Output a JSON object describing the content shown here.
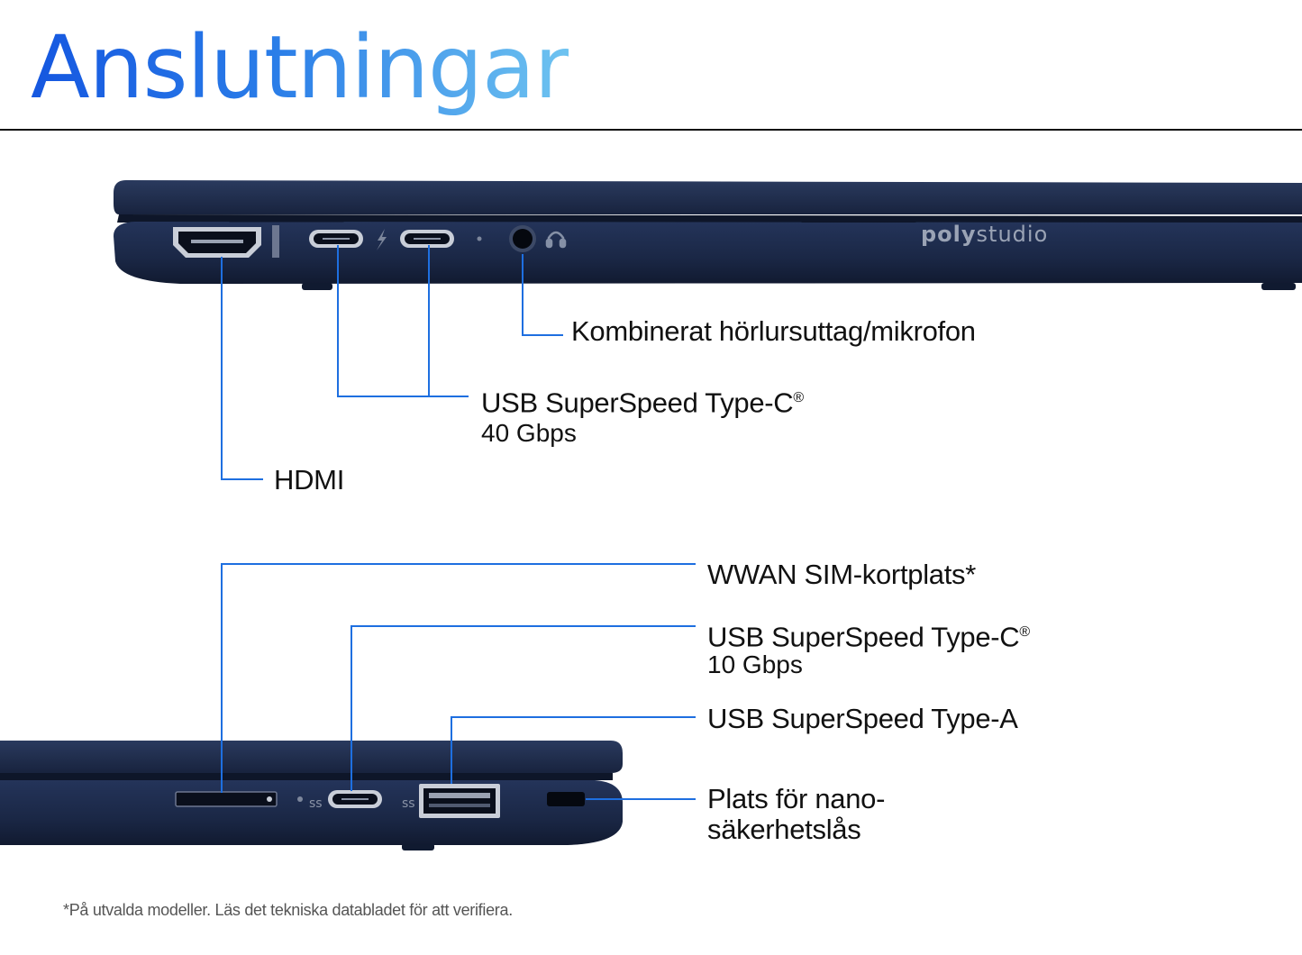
{
  "title": "Anslutningar",
  "brand": {
    "bold": "poly",
    "regular": "studio"
  },
  "top_labels": {
    "audio": "Kombinerat hörlursuttag/mikrofon",
    "usbc_main": "USB SuperSpeed Type-C",
    "usbc_sub": "40 Gbps",
    "hdmi": "HDMI"
  },
  "bottom_labels": {
    "sim": "WWAN SIM-kortplats*",
    "usbc_main": "USB SuperSpeed Type-C",
    "usbc_sub": "10 Gbps",
    "usba": "USB SuperSpeed Type-A",
    "lock_line1": "Plats för nano-",
    "lock_line2": "säkerhetslås"
  },
  "registered_mark": "®",
  "footnote": "*På utvalda modeller. Läs det tekniska databladet för att verifiera.",
  "colors": {
    "callout_line": "#1e6fe0",
    "laptop_body": "#1c2a48",
    "laptop_dark": "#121c33",
    "title_start": "#1557e0",
    "title_end": "#6ec3f0"
  },
  "icons": [
    "hdmi-port-icon",
    "usb-c-port-icon",
    "thunderbolt-icon",
    "audio-jack-icon",
    "headset-icon",
    "sim-slot-icon",
    "usb-a-port-icon",
    "lock-slot-icon"
  ]
}
